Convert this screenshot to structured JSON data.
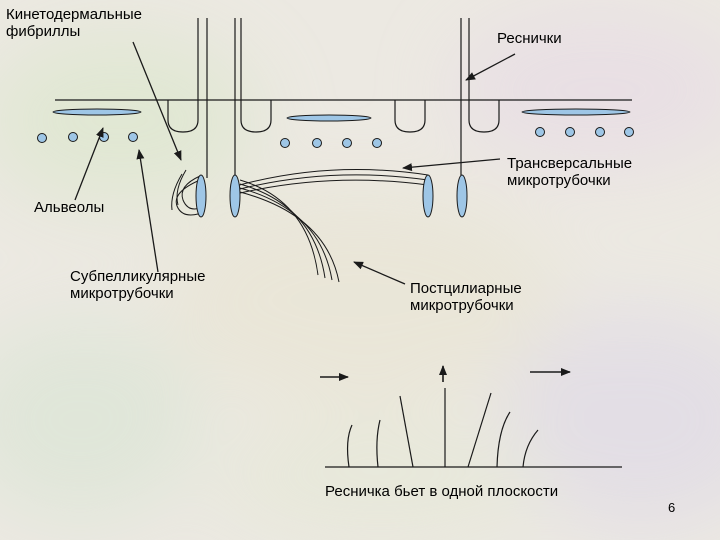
{
  "diagram": {
    "labels": {
      "kinetodesmal_fibrils": "Кинетодермальные\nфибриллы",
      "cilia": "Реснички",
      "transverse_microtubules": "Трансверсальные\nмикротрубочки",
      "alveoli": "Альвеолы",
      "subpellicular_microtubules": "Субпелликулярные\nмикротрубочки",
      "postciliary_microtubules": "Постцилиарные\nмикротрубочки",
      "cilium_beat_caption": "Ресничка бьет в одной плоскости"
    },
    "page_number": "6",
    "colors": {
      "line": "#1a1a1a",
      "fill_blue": "#9ec6e6",
      "background": "#ece9e2"
    }
  }
}
